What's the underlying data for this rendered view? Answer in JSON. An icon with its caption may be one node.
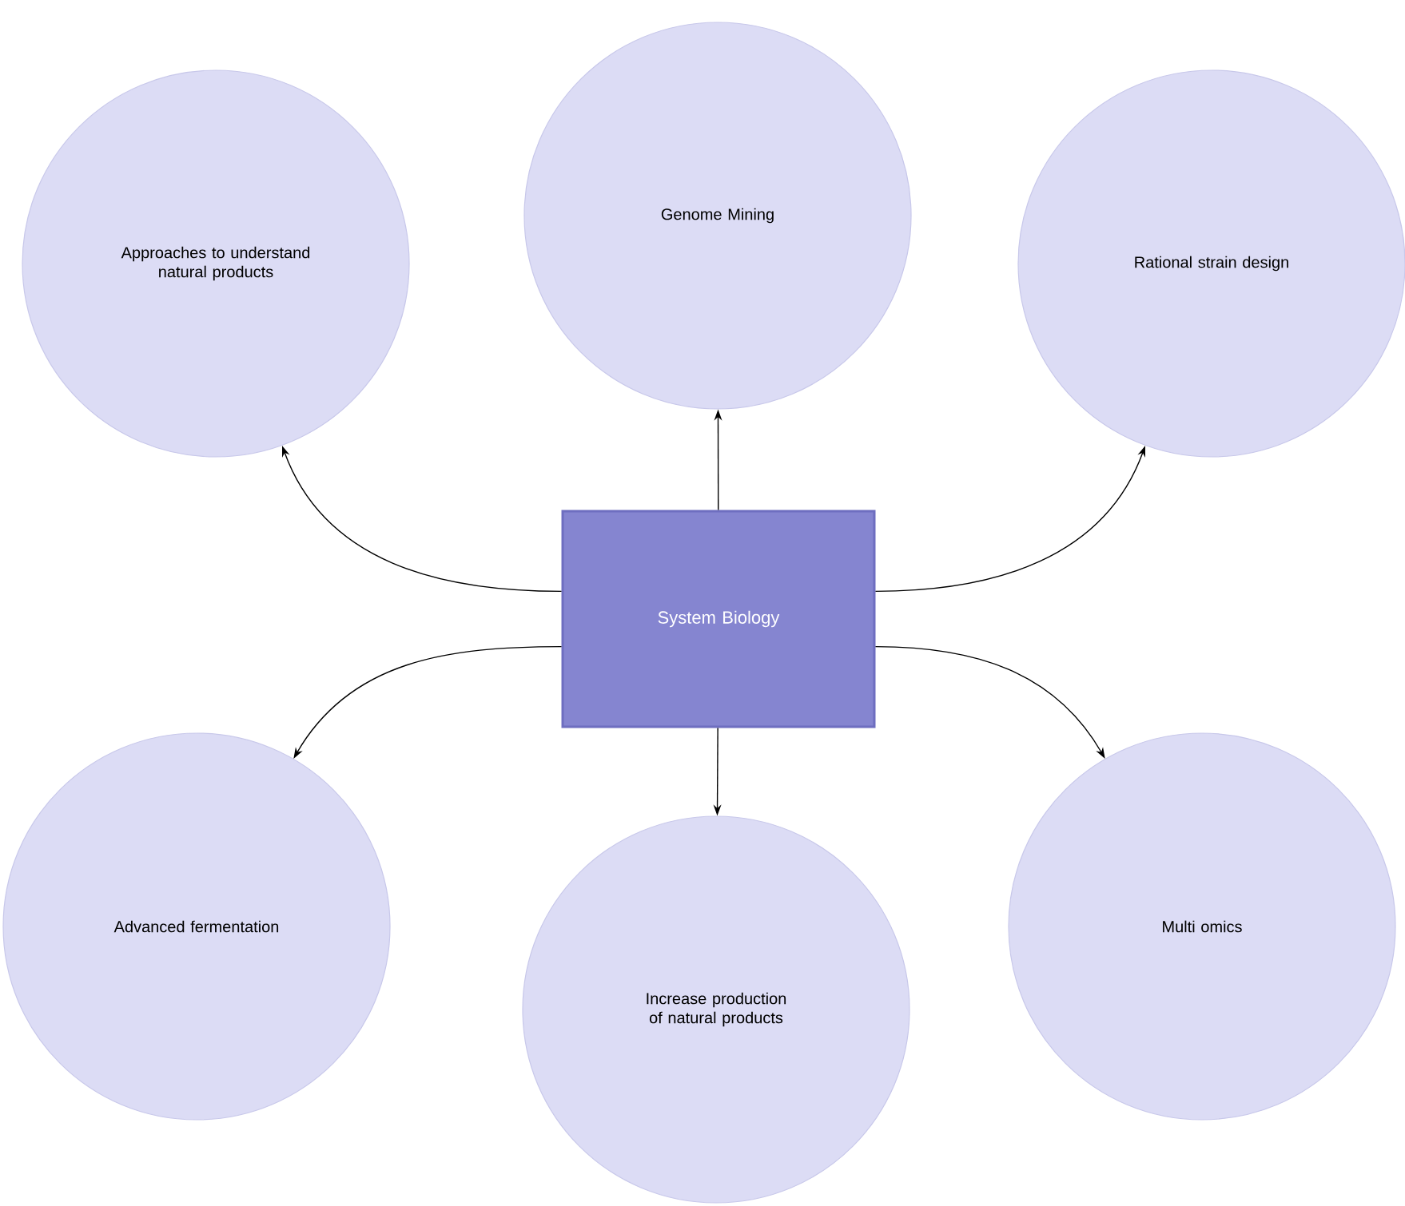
{
  "diagram": {
    "nodes": [
      {
        "text": [
          "System Biology"
        ]
      },
      {
        "text": [
          "Approaches to understand natural products"
        ]
      },
      {
        "text": [
          "Genome Mining"
        ]
      },
      {
        "text": [
          "Rational strain design"
        ]
      },
      {
        "text": [
          "Advanced fermentation"
        ]
      },
      {
        "text": [
          "Increase production of natural products"
        ]
      },
      {
        "text": [
          "Multi omics"
        ]
      }
    ],
    "edges": [
      {
        "from": 0,
        "to": 1,
        "arrow": "to"
      },
      {
        "from": 0,
        "to": 2,
        "arrow": "to"
      },
      {
        "from": 0,
        "to": 3,
        "arrow": "to"
      },
      {
        "from": 0,
        "to": 4,
        "arrow": "to"
      },
      {
        "from": 0,
        "to": 5,
        "arrow": "to"
      },
      {
        "from": 0,
        "to": 6,
        "arrow": "to"
      }
    ]
  }
}
